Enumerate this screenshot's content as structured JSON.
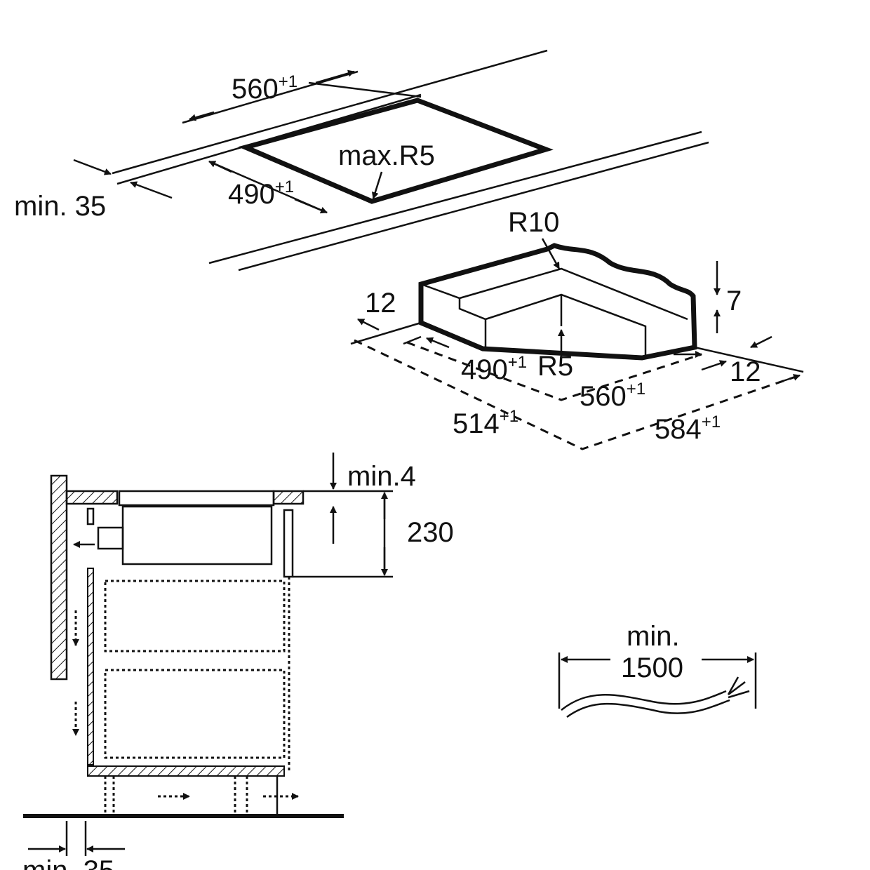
{
  "diagram": {
    "cutout": {
      "width": "560",
      "width_tol": "+1",
      "depth": "490",
      "depth_tol": "+1",
      "corner_radius": "max.R5",
      "edge_distance": "min. 35"
    },
    "frame_detail": {
      "outer_radius": "R10",
      "inner_radius": "R5",
      "step_height": "7",
      "rebate_left": "12",
      "rebate_right": "12",
      "inner_depth": "490",
      "inner_depth_tol": "+1",
      "inner_width": "560",
      "inner_width_tol": "+1",
      "outer_depth": "514",
      "outer_depth_tol": "+1",
      "outer_width": "584",
      "outer_width_tol": "+1"
    },
    "section": {
      "clearance_top": "min.4",
      "unit_height": "230",
      "wall_gap": "min. 35"
    },
    "cable": {
      "min_label": "min.",
      "length": "1500"
    }
  }
}
